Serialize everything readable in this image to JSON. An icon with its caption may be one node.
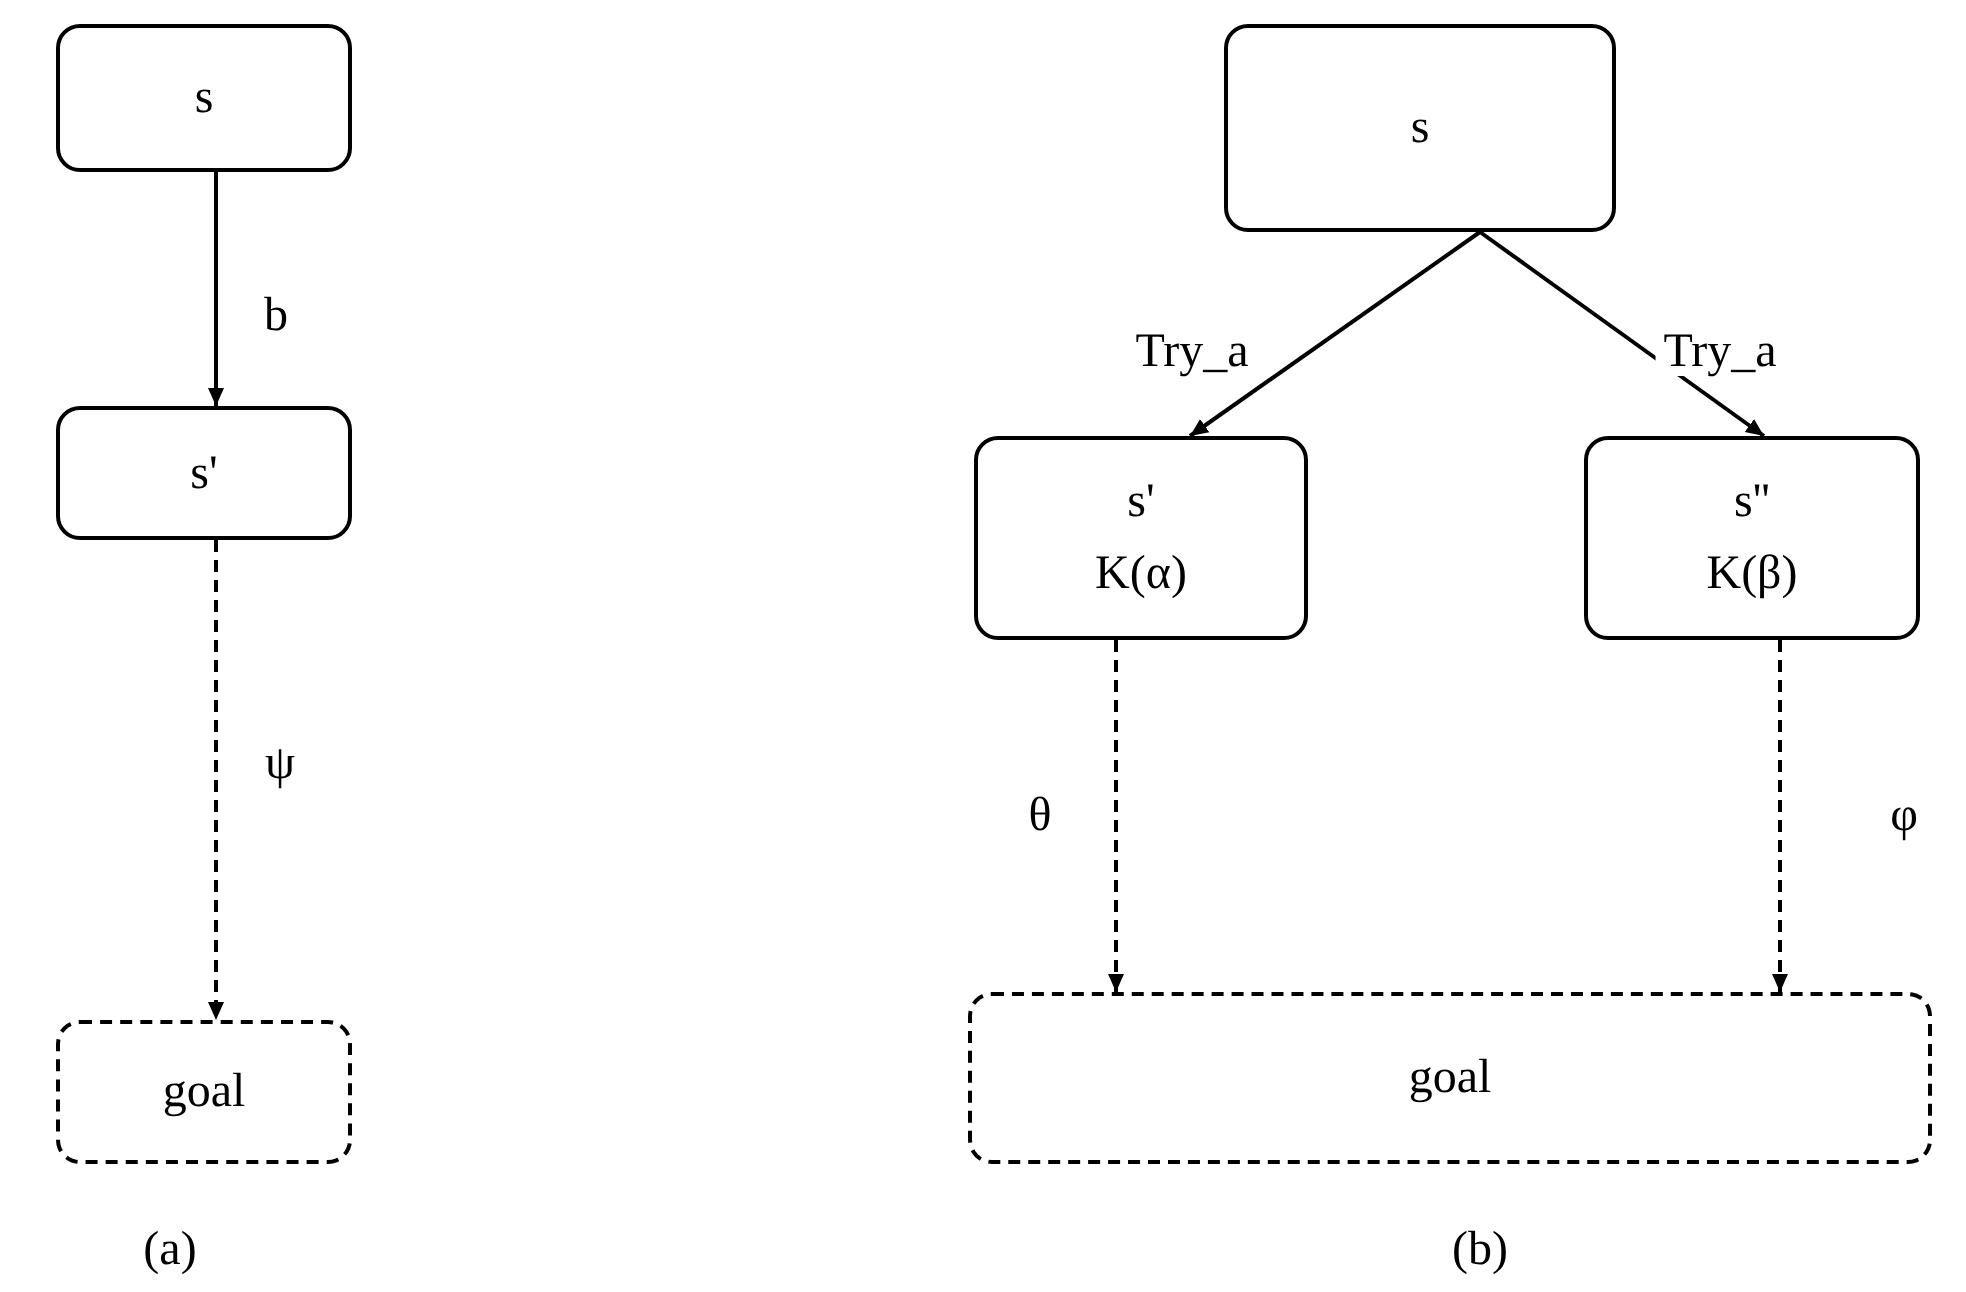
{
  "diagram": {
    "nodes": [
      {
        "text": [
          "s"
        ]
      },
      {
        "text": [
          "s'"
        ]
      },
      {
        "text": [
          "goal"
        ]
      },
      {
        "text": [
          "s"
        ]
      },
      {
        "text": [
          "s'",
          "K(α)"
        ]
      },
      {
        "text": [
          "s''",
          "K(β)"
        ]
      },
      {
        "text": [
          "goal"
        ]
      }
    ],
    "edges": [
      {
        "from": 0,
        "to": 1,
        "arrow": "to",
        "label": "b"
      },
      {
        "from": 1,
        "to": 2,
        "arrow": "to",
        "label": "ψ",
        "style": "dashed"
      },
      {
        "from": 3,
        "to": 4,
        "arrow": "to",
        "label": "Try_a"
      },
      {
        "from": 3,
        "to": 5,
        "arrow": "to",
        "label": "Try_a"
      },
      {
        "from": 4,
        "to": 6,
        "arrow": "to",
        "label": "θ",
        "style": "dashed"
      },
      {
        "from": 5,
        "to": 6,
        "arrow": "to",
        "label": "φ",
        "style": "dashed"
      }
    ],
    "labels": [
      "(a)",
      "(b)"
    ]
  }
}
